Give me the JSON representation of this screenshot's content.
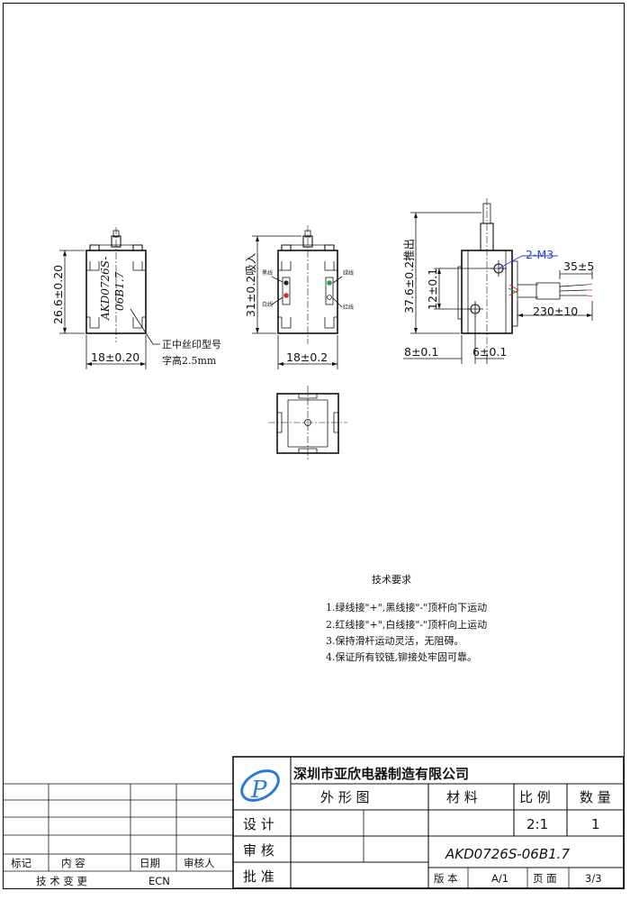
{
  "views": {
    "front": {
      "height_dim": "26.6±0.20",
      "width_dim": "18±0.20",
      "marking_line1": "AKD0726S-",
      "marking_line2": "06B1.7",
      "callout_line1": "正中丝印型号",
      "callout_line2": "字高2.5mm"
    },
    "middle": {
      "height_dim": "31±0.2吸入",
      "width_dim": "18±0.2",
      "wire_green": "绿线",
      "wire_black": "黑线",
      "wire_red": "红线",
      "wire_white": "白线"
    },
    "side": {
      "height_dim": "37.6±0.2推出",
      "hole_dim": "12±0.1",
      "thread": "2-M3",
      "lead_length": "230±10",
      "strip_length": "35±5",
      "offset_dim": "8±0.1",
      "hole_offset_dim": "6±0.1"
    }
  },
  "tech_requirements": {
    "title": "技术要求",
    "items": [
      "1.绿线接\"+\",黑线接\"-\"顶杆向下运动",
      "2.红线接\"+\",白线接\"-\"顶杆向上运动",
      "3.保持滑杆运动灵活，无阻碍。",
      "4.保证所有铰链,铆接处牢固可靠。"
    ]
  },
  "title_block": {
    "company": "深圳市亚欣电器制造有限公司",
    "logo_letter": "P",
    "drawing_name": "外 形 图",
    "material_label": "材  料",
    "scale_label": "比 例",
    "qty_label": "数 量",
    "scale_value": "2:1",
    "qty_value": "1",
    "design_label": "设 计",
    "check_label": "审 核",
    "approve_label": "批 准",
    "part_number": "AKD0726S-06B1.7",
    "rev_label": "版 本",
    "rev_value": "A/1",
    "page_label": "页 面",
    "page_value": "3/3",
    "rev_table": {
      "headers": [
        "标记",
        "内    容",
        "日期",
        "审核人"
      ],
      "change_label": "技 术 变 更",
      "ecn_label": "ECN"
    }
  },
  "colors": {
    "logo_blue": "#2a7ad6",
    "callout_blue": "#2a3fd6",
    "wire_green": "#2e9e4a",
    "wire_red": "#d62a2a"
  }
}
